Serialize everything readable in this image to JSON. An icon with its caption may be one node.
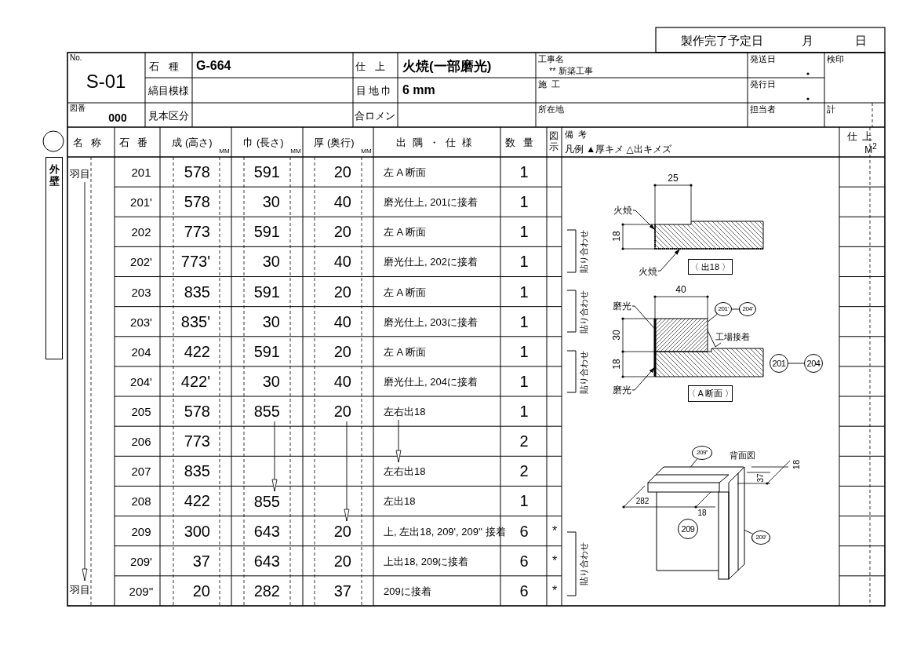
{
  "diagram": {
    "nodes": [
      {
        "text": [
          "外壁"
        ]
      },
      {
        "text": [
          "羽目"
        ]
      },
      {
        "text": [
          "羽目"
        ]
      },
      {
        "text": [
          "855"
        ]
      },
      {
        "text": [
          "855"
        ]
      },
      {
        "text": [
          "20"
        ]
      },
      {
        "text": [
          "左右出18"
        ]
      },
      {
        "text": [
          "火焼"
        ]
      },
      {
        "text": [
          "火焼"
        ]
      },
      {
        "text": [
          "〈 出18 〉"
        ]
      },
      {
        "text": [
          "磨光"
        ]
      },
      {
        "text": [
          "磨光"
        ]
      },
      {
        "text": [
          "201'"
        ]
      },
      {
        "text": [
          "204'"
        ]
      },
      {
        "text": [
          "工場接着"
        ]
      },
      {
        "text": [
          "201"
        ]
      },
      {
        "text": [
          "204"
        ]
      },
      {
        "text": [
          "〈 A 断面 〉"
        ]
      },
      {
        "text": [
          "209''"
        ]
      },
      {
        "text": [
          "209"
        ]
      },
      {
        "text": [
          "209'"
        ]
      },
      {
        "text": [],
        "shape": "picture"
      },
      {
        "text": [],
        "shape": "picture"
      },
      {
        "text": [],
        "shape": "picture"
      },
      {
        "text": [],
        "shape": "picture"
      },
      {
        "text": [],
        "shape": "picture"
      },
      {
        "text": [
          "左右出18"
        ]
      },
      {
        "text": [
          "20"
        ]
      }
    ],
    "edges": [
      {
        "from": 1,
        "to": 2,
        "arrow": "to"
      },
      {
        "from": 3,
        "to": 4,
        "arrow": "to"
      },
      {
        "from": 5,
        "to": 27,
        "arrow": "to"
      },
      {
        "from": 6,
        "to": 26,
        "arrow": "to"
      },
      {
        "from": 7,
        "to": 21,
        "arrow": "to"
      },
      {
        "from": 8,
        "to": 21,
        "arrow": "to"
      },
      {
        "from": 10,
        "to": 22,
        "arrow": "none"
      },
      {
        "from": 11,
        "to": 23,
        "arrow": "to"
      },
      {
        "from": 12,
        "to": 13,
        "arrow": "none"
      },
      {
        "from": 12,
        "to": 22,
        "arrow": "none"
      },
      {
        "from": 14,
        "to": 22,
        "arrow": "none"
      },
      {
        "from": 15,
        "to": 16,
        "arrow": "none"
      },
      {
        "from": 18,
        "to": 24,
        "arrow": "none"
      },
      {
        "from": 20,
        "to": 25,
        "arrow": "none"
      }
    ],
    "labels": [
      "製作完了予定日",
      "月",
      "日",
      "No.",
      "S-01",
      "石種",
      "G-664",
      "仕上",
      "火焼(一部磨光)",
      "工事名",
      "** 新築工事",
      "発送日",
      "検印",
      "縞目模様",
      "目地巾",
      "6 mm",
      "施工",
      "発行日",
      "図番",
      "000",
      "見本区分",
      "合ロメン",
      "所在地",
      "担当者",
      "計",
      "名称",
      "石番",
      "成 (高さ)",
      "MM",
      "巾 (長さ)",
      "MM",
      "厚 (奥行)",
      "MM",
      "出隅・仕様",
      "数量",
      "図示",
      "備考",
      "凡例 ▲厚キメ △出キメズ",
      "仕上",
      "M$^{2}$",
      "201",
      "578",
      "591",
      "20",
      "左 A 断面",
      "1",
      "201'",
      "578",
      "30",
      "40",
      "磨光仕上, 201に接着",
      "1",
      "202",
      "773",
      "591",
      "20",
      "左 A 断面",
      "1",
      "202'",
      "773'",
      "30",
      "40",
      "磨光仕上, 202に接着",
      "1",
      "203",
      "835",
      "591",
      "20",
      "左 A 断面",
      "1",
      "203'",
      "835'",
      "30",
      "40",
      "磨光仕上, 203に接着",
      "1",
      "204",
      "422",
      "591",
      "20",
      "左 A 断面",
      "1",
      "204'",
      "422'",
      "30",
      "40",
      "磨光仕上, 204に接着",
      "1",
      "205",
      "578",
      "1",
      "206",
      "773",
      "2",
      "207",
      "835",
      "2",
      "208",
      "422",
      "左出18",
      "1",
      "209",
      "300",
      "643",
      "上, 左出18, 209', 209'' 接着",
      "6",
      "*",
      "209'",
      "37",
      "643",
      "20",
      "上出18, 209に接着",
      "6",
      "*",
      "209''",
      "20",
      "282",
      "37",
      "209に接着",
      "6",
      "*",
      "25",
      "18",
      "貼り合わせ",
      "40",
      "貼り合わせ",
      "30",
      "18",
      "貼り合わせ",
      "背面図",
      "18",
      "37",
      "282",
      "18",
      "貼り合わせ"
    ]
  }
}
